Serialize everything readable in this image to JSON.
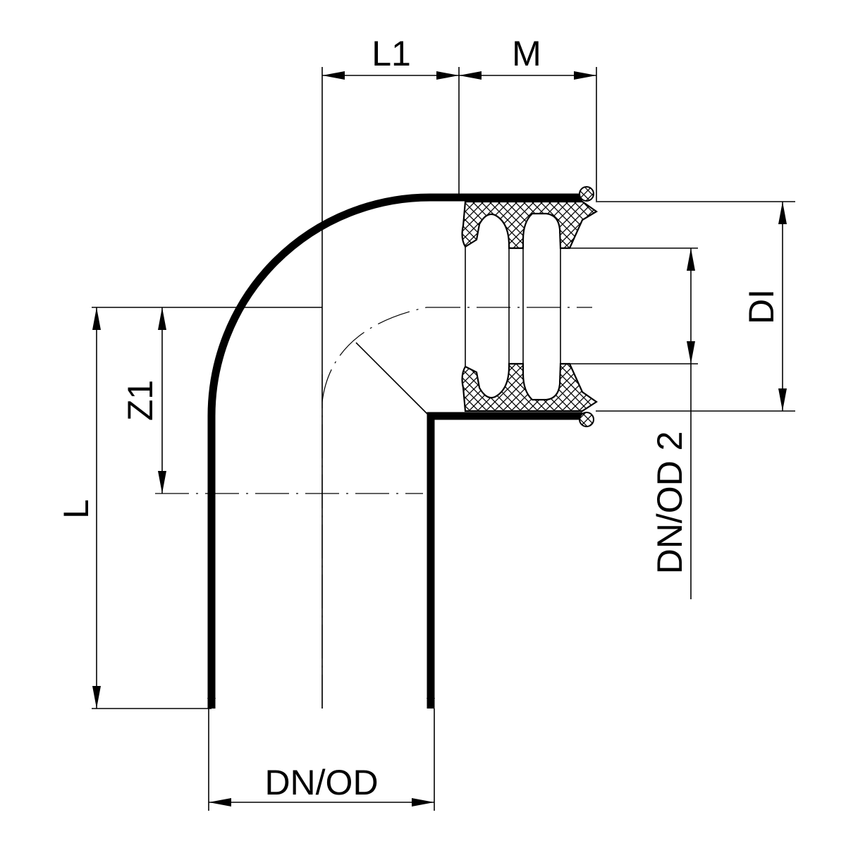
{
  "title": "",
  "colors": {
    "ink": "#000000",
    "paper": "#ffffff"
  },
  "dimensions": {
    "l1": "L1",
    "m": "M",
    "di": "DI",
    "z1": "Z1",
    "l": "L",
    "dn_od": "DN/OD",
    "dn_od_2": "DN/OD 2"
  }
}
